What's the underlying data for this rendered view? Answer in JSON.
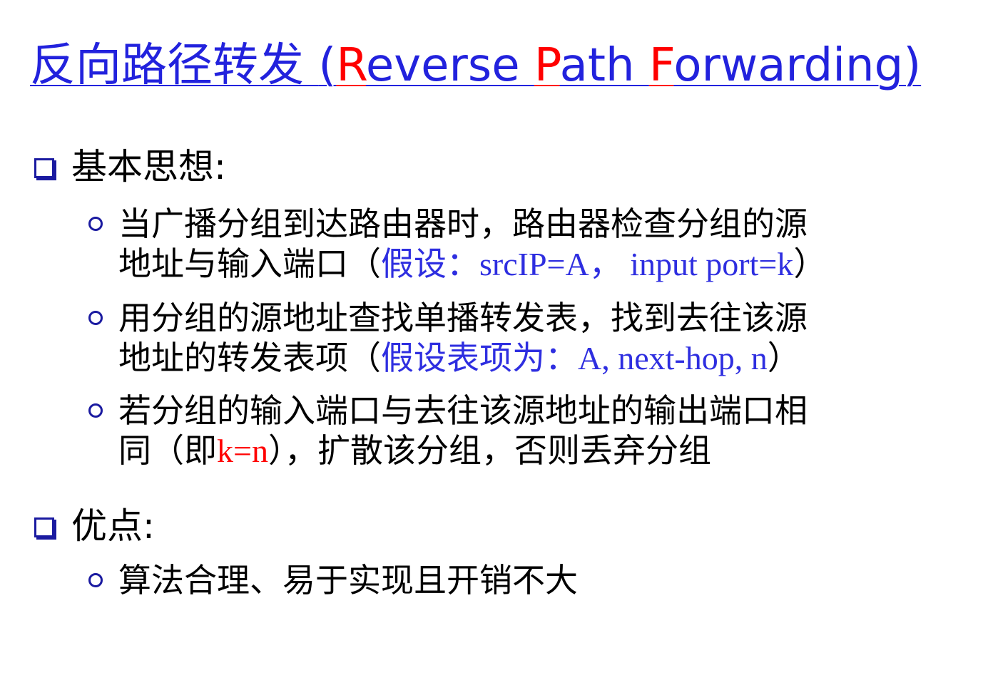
{
  "title": {
    "cn": "反向路径转发 ",
    "open_paren": "(",
    "r_initial": "R",
    "r_rest": "everse ",
    "p_initial": "P",
    "p_rest": "ath ",
    "f_initial": "F",
    "f_rest": "orwarding)"
  },
  "sections": [
    {
      "heading": "基本思想:",
      "bullets": [
        {
          "line1": "当广播分组到达路由器时，路由器检查分组的源",
          "line2_a": "地址与输入端口（",
          "line2_b": "假设：",
          "line2_c": "srcIP=A， input port=k",
          "line2_d": "）"
        },
        {
          "line1": "用分组的源地址查找单播转发表，找到去往该源",
          "line2_a": "地址的转发表项（",
          "line2_b": "假设表项为：",
          "line2_c": "A, next-hop, n",
          "line2_d": "）"
        },
        {
          "line1": "若分组的输入端口与去往该源地址的输出端口相",
          "line2_a": "同（即",
          "line2_b": "k=n",
          "line2_c": "），扩散该分组，否则丢弃分组"
        }
      ]
    },
    {
      "heading": "优点:",
      "bullets": [
        {
          "line1": "算法合理、易于实现且开销不大"
        }
      ]
    }
  ],
  "colors": {
    "title_blue": "#2222dd",
    "accent_red": "#ff0000",
    "highlight_blue": "#2e2ee0",
    "bullet_navy": "#1a1aa0"
  },
  "icons": {
    "section_bullet": "square-bullet-icon",
    "item_bullet": "circle-bullet-icon"
  }
}
